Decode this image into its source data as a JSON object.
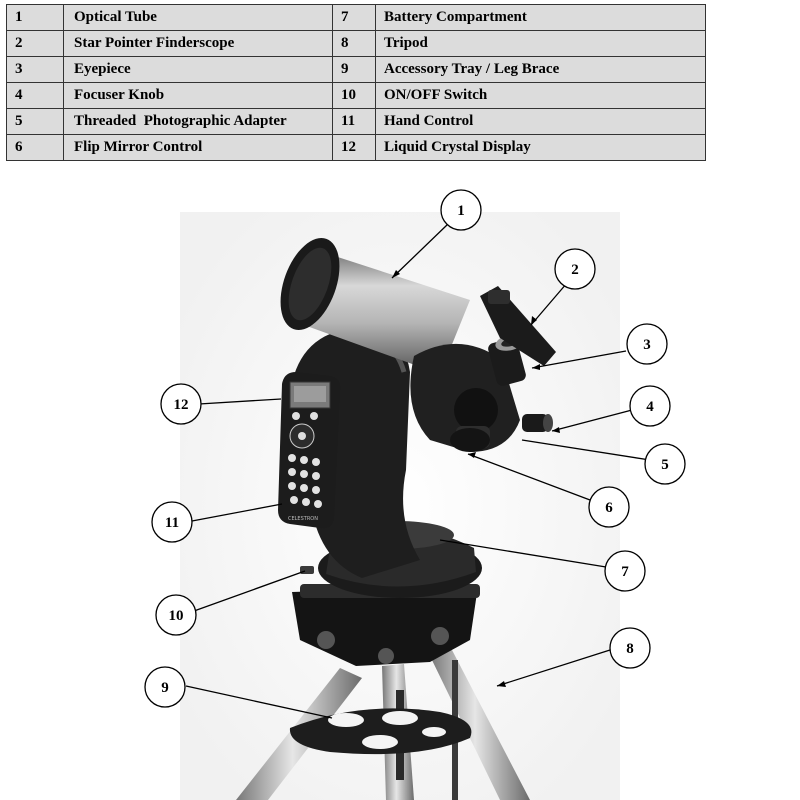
{
  "legend": {
    "rows": [
      {
        "n1": "1",
        "l1": "Optical Tube",
        "n2": "7",
        "l2": "Battery Compartment"
      },
      {
        "n1": "2",
        "l1": "Star Pointer Finderscope",
        "n2": "8",
        "l2": "Tripod"
      },
      {
        "n1": "3",
        "l1": "Eyepiece",
        "n2": "9",
        "l2": "Accessory Tray / Leg Brace"
      },
      {
        "n1": "4",
        "l1": "Focuser Knob",
        "n2": "10",
        "l2": "ON/OFF Switch"
      },
      {
        "n1": "5",
        "l1": "Threaded  Photographic Adapter",
        "n2": "11",
        "l2": "Hand Control"
      },
      {
        "n1": "6",
        "l1": "Flip Mirror Control",
        "n2": "12",
        "l2": "Liquid Crystal Display"
      }
    ]
  },
  "callouts": [
    "1",
    "2",
    "3",
    "4",
    "5",
    "6",
    "7",
    "8",
    "9",
    "10",
    "11",
    "12"
  ],
  "hand_control_brand": "CELESTRON"
}
